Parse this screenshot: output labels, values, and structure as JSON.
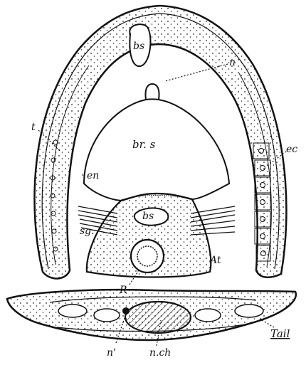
{
  "figure": {
    "labels": {
      "bs_top": "bs",
      "n": "n",
      "t": "t",
      "br_s": "br. s",
      "ec": "ec",
      "en": "en",
      "bs_bottom": "bs",
      "sg": "sg.",
      "at": "At",
      "r": "R",
      "tail": "Tail",
      "n_prime": "n'",
      "nch": "n.ch"
    }
  }
}
